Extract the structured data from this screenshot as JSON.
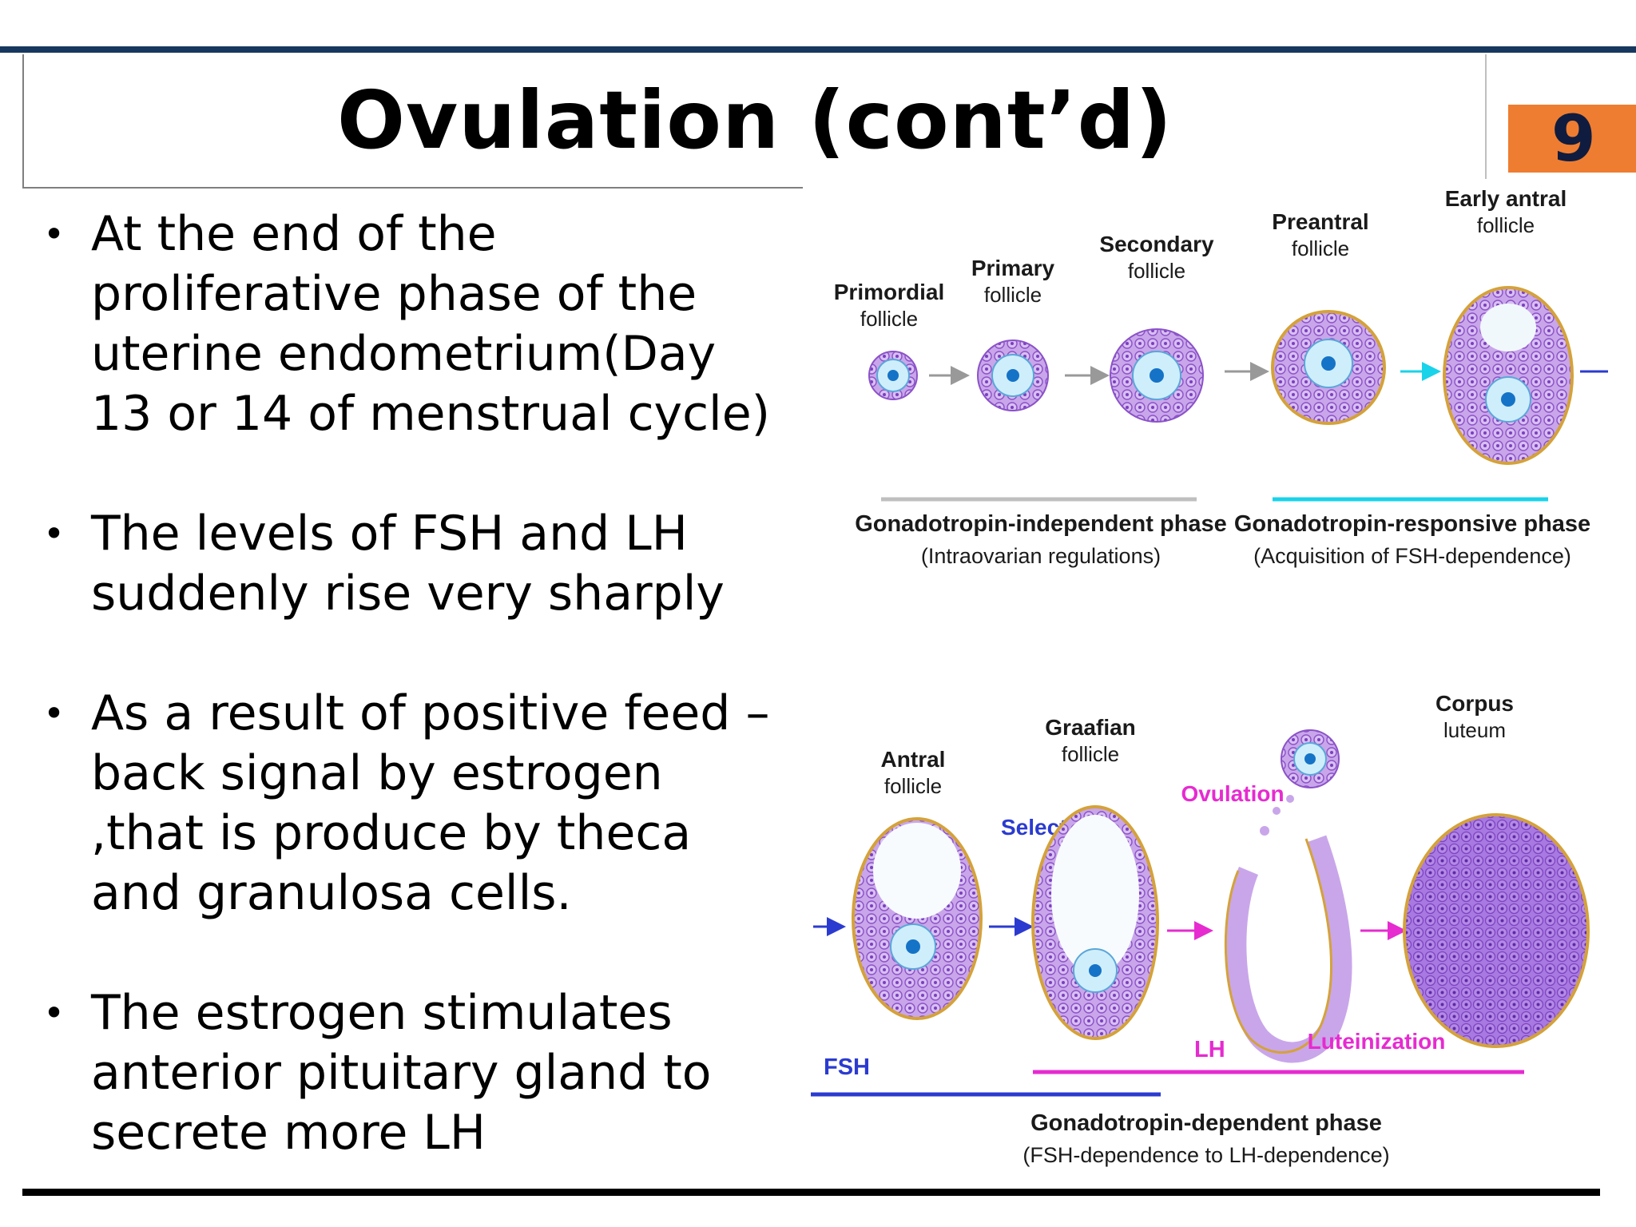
{
  "slide": {
    "title": "Ovulation (cont’d)",
    "page_number": "9",
    "accent_color": "#ee7d31",
    "line_color": "#17375e"
  },
  "bullets": [
    "At the end of the proliferative phase of the uterine endometrium(Day 13 or 14 of menstrual cycle)",
    "The levels of FSH and LH suddenly rise very sharply",
    "As a result of positive feed – back signal by estrogen ,that is produce by theca and granulosa cells.",
    "The estrogen  stimulates anterior pituitary gland to secrete more LH"
  ],
  "figure": {
    "top_stages": [
      {
        "line1": "Primordial",
        "line2": "follicle"
      },
      {
        "line1": "Primary",
        "line2": "follicle"
      },
      {
        "line1": "Secondary",
        "line2": "follicle"
      },
      {
        "line1": "Preantral",
        "line2": "follicle"
      },
      {
        "line1": "Early antral",
        "line2": "follicle"
      }
    ],
    "phase1": {
      "title": "Gonadotropin-independent phase",
      "subtitle": "(Intraovarian regulations)"
    },
    "phase2": {
      "title": "Gonadotropin-responsive phase",
      "subtitle": "(Acquisition of FSH-dependence)"
    },
    "bottom_stages": [
      {
        "line1": "Antral",
        "line2": "follicle"
      },
      {
        "line1": "Graafian",
        "line2": "follicle"
      },
      {
        "line1": "Corpus",
        "line2": "luteum"
      }
    ],
    "events": {
      "selection": "Selection",
      "ovulation": "Ovulation",
      "luteinization": "Luteinization"
    },
    "hormones": {
      "fsh": "FSH",
      "lh": "LH"
    },
    "phase3": {
      "title": "Gonadotropin-dependent phase",
      "subtitle": "(FSH-dependence to LH-dependence)"
    },
    "colors": {
      "follicle_cells": "#c9a6ea",
      "oocyte": "#cfeefb",
      "nucleus": "#1573c7",
      "theca": "#d4a23a",
      "arrow_gray": "#999999",
      "arrow_cyan": "#18d3ea",
      "arrow_blue": "#2b3bd0",
      "arrow_magenta": "#e62bd0",
      "event_blue": "#2b3bd0",
      "event_magenta": "#e62bd0"
    }
  }
}
